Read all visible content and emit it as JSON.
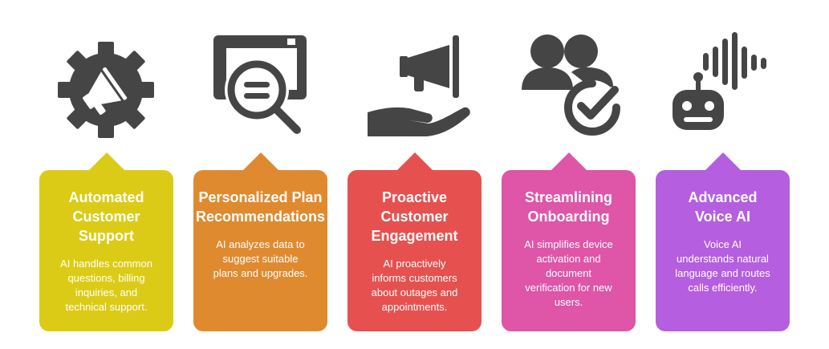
{
  "colors": {
    "icon": "#454545",
    "card1": "#dccb16",
    "card2": "#e08a30",
    "card3": "#e6514f",
    "card4": "#df55a8",
    "card5": "#b55ee0"
  },
  "steps": [
    {
      "icon": "gear-megaphone-icon",
      "title": "Automated\nCustomer\nSupport",
      "description": "AI handles common\nquestions, billing\ninquiries, and\ntechnical support."
    },
    {
      "icon": "document-magnifier-icon",
      "title": "Personalized Plan\nRecommendations",
      "description": "AI analyzes data to\nsuggest suitable\nplans and upgrades."
    },
    {
      "icon": "hand-megaphone-icon",
      "title": "Proactive\nCustomer\nEngagement",
      "description": "AI proactively\ninforms customers\nabout outages and\nappointments."
    },
    {
      "icon": "users-check-icon",
      "title": "Streamlining\nOnboarding",
      "description": "AI simplifies device\nactivation and\ndocument\nverification for new\nusers."
    },
    {
      "icon": "robot-voice-icon",
      "title": "Advanced\nVoice AI",
      "description": "Voice AI\nunderstands natural\nlanguage and routes\ncalls efficiently."
    }
  ]
}
